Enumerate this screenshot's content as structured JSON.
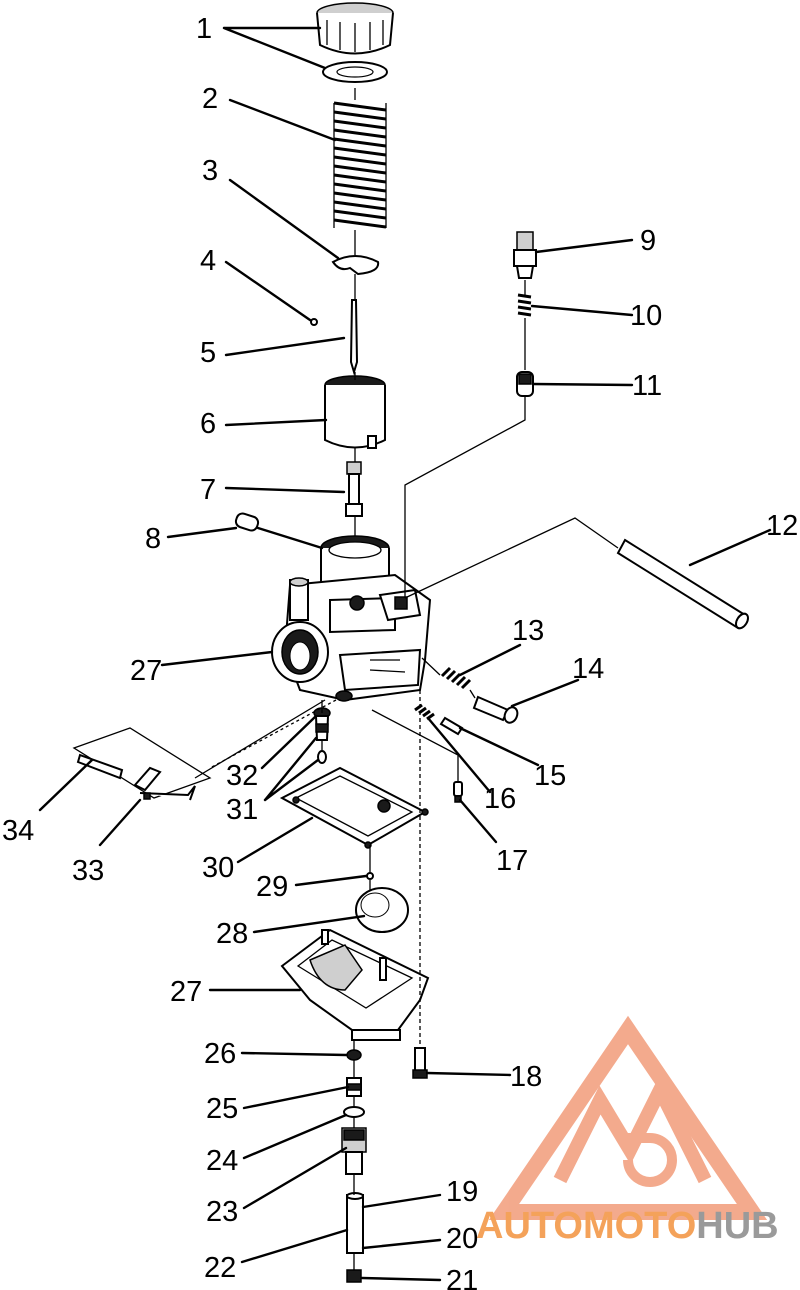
{
  "labels": {
    "l1": "1",
    "l2": "2",
    "l3": "3",
    "l4": "4",
    "l5": "5",
    "l6": "6",
    "l7": "7",
    "l8": "8",
    "l9": "9",
    "l10": "10",
    "l11": "11",
    "l12": "12",
    "l13": "13",
    "l14": "14",
    "l15": "15",
    "l16": "16",
    "l17": "17",
    "l18": "18",
    "l19": "19",
    "l20": "20",
    "l21": "21",
    "l22": "22",
    "l23": "23",
    "l24": "24",
    "l25": "25",
    "l26": "26",
    "l27a": "27",
    "l27b": "27",
    "l28": "28",
    "l29": "29",
    "l30": "30",
    "l31": "31",
    "l32": "32",
    "l33": "33",
    "l34": "34"
  },
  "watermark": {
    "part1": "AUTOMOTO",
    "part2": "HUB",
    "color_primary": "#f2a07c",
    "color_secondary": "#9a9a9a"
  }
}
